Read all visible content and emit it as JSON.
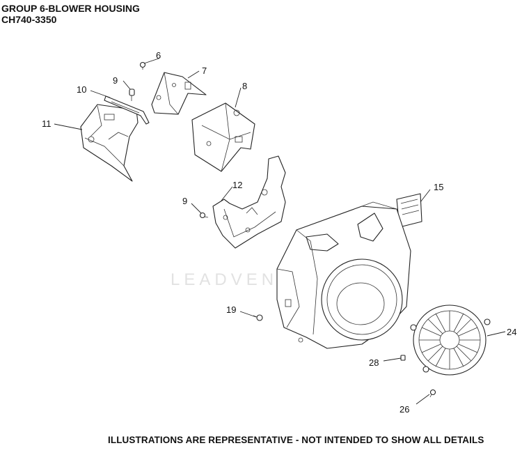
{
  "header": {
    "title": "GROUP 6-BLOWER HOUSING",
    "model": "CH740-3350"
  },
  "watermark": "LEADVENTURE",
  "footer_note": "ILLUSTRATIONS ARE REPRESENTATIVE - NOT INTENDED TO SHOW ALL DETAILS",
  "callouts": {
    "c6": "6",
    "c7": "7",
    "c8": "8",
    "c9a": "9",
    "c9b": "9",
    "c10": "10",
    "c11": "11",
    "c12": "12",
    "c15": "15",
    "c19": "19",
    "c24": "24",
    "c26": "26",
    "c28": "28"
  }
}
